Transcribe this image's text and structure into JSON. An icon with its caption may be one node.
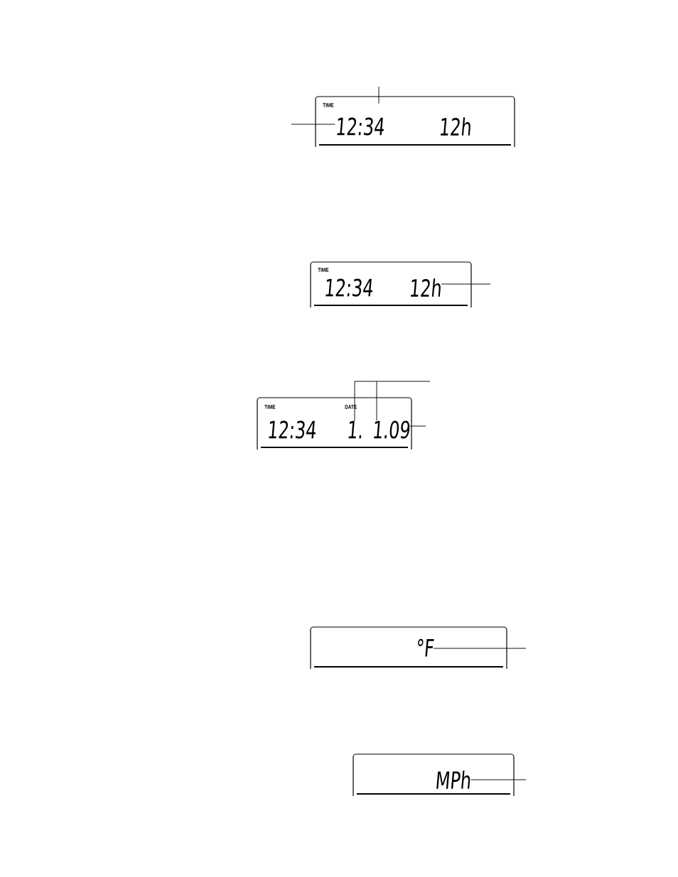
{
  "diagram": {
    "nodes": [
      {
        "text": [
          "TIME"
        ]
      },
      {
        "text": [
          "12:34"
        ],
        "in": 0
      },
      {
        "text": [
          "12h"
        ],
        "in": 0
      },
      {
        "text": [
          "TIME"
        ]
      },
      {
        "text": [
          "12:34"
        ],
        "in": 3
      },
      {
        "text": [
          "12h"
        ],
        "in": 3
      },
      {
        "text": [
          "TIME",
          "DATE"
        ]
      },
      {
        "text": [
          "12:34"
        ],
        "in": 6
      },
      {
        "text": [
          "1."
        ],
        "in": 6
      },
      {
        "text": [
          "1.09"
        ],
        "in": 6
      },
      {
        "text": [],
        "shape": "box"
      },
      {
        "text": [
          "°F"
        ],
        "in": 10
      },
      {
        "text": [],
        "shape": "box"
      },
      {
        "text": [
          "MPh"
        ],
        "in": 12
      }
    ],
    "edges": [
      {
        "from": null,
        "to": 1,
        "arrow": "none"
      },
      {
        "from": null,
        "to": 0,
        "arrow": "none"
      },
      {
        "from": null,
        "to": 5,
        "arrow": "none"
      },
      {
        "from": null,
        "to": 8,
        "arrow": "none"
      },
      {
        "from": null,
        "to": 9,
        "arrow": "none"
      },
      {
        "from": null,
        "to": 9,
        "arrow": "none"
      },
      {
        "from": null,
        "to": 11,
        "arrow": "none"
      },
      {
        "from": null,
        "to": 13,
        "arrow": "none"
      }
    ]
  }
}
